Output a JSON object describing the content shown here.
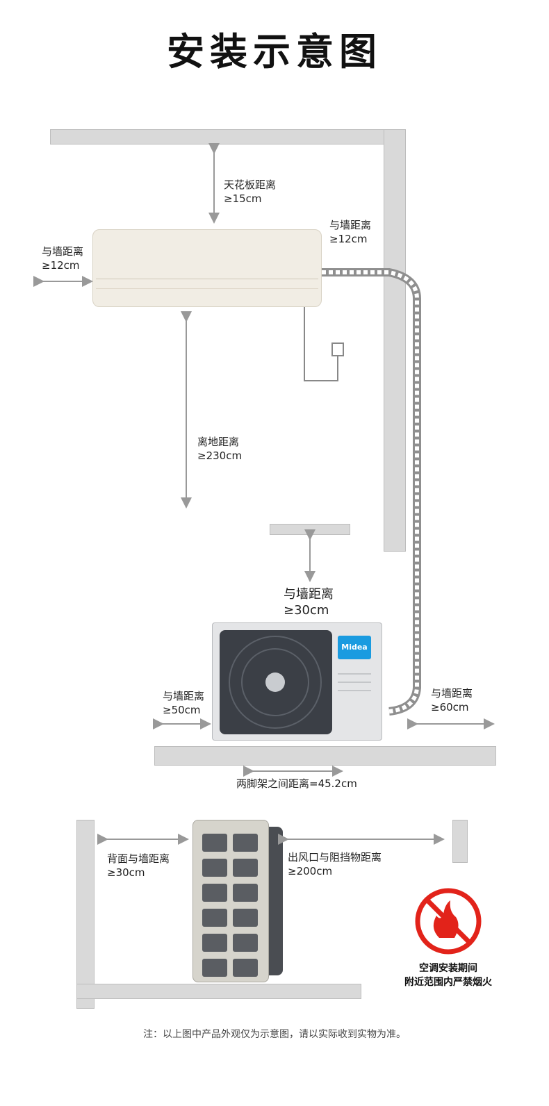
{
  "title": "安装示意图",
  "indoor": {
    "ceiling": {
      "name": "天花板距离",
      "value": "≥15cm"
    },
    "left_wall": {
      "name": "与墙距离",
      "value": "≥12cm"
    },
    "right_wall": {
      "name": "与墙距离",
      "value": "≥12cm"
    },
    "floor": {
      "name": "离地距离",
      "value": "≥230cm"
    }
  },
  "outdoor": {
    "back_wall": {
      "name": "与墙距离",
      "value": "≥30cm"
    },
    "left": {
      "name": "与墙距离",
      "value": "≥50cm"
    },
    "right": {
      "name": "与墙距离",
      "value": "≥60cm"
    },
    "feet": "两脚架之间距离=45.2cm",
    "brand": "Midea"
  },
  "side_view": {
    "back": {
      "name": "背面与墙距离",
      "value": "≥30cm"
    },
    "front": {
      "name": "出风口与阻挡物距离",
      "value": "≥200cm"
    }
  },
  "warning": {
    "line1": "空调安装期间",
    "line2": "附近范围内严禁烟火"
  },
  "note": "注：以上图中产品外观仅为示意图，请以实际收到实物为准。",
  "colors": {
    "wall": "#d9d9d9",
    "arrow": "#999999",
    "forbid_red": "#e2231a",
    "midea_blue": "#1a9be0"
  }
}
